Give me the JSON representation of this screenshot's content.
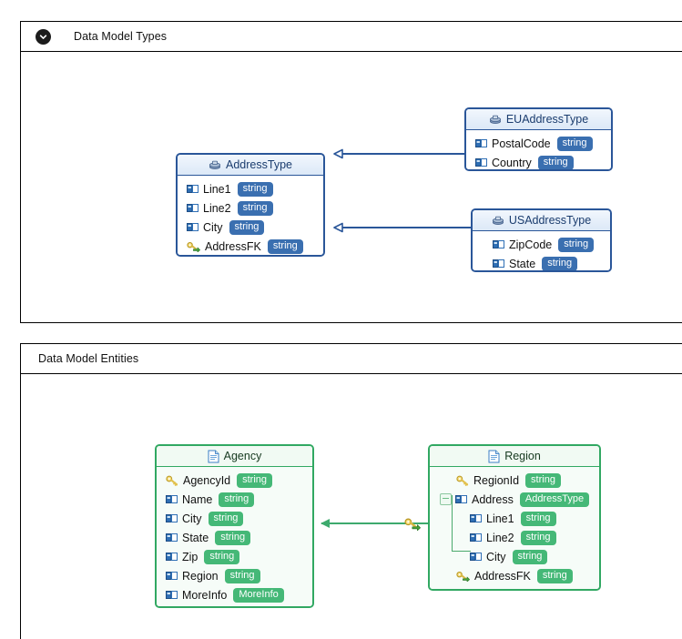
{
  "colors": {
    "type_accent": "#2a5699",
    "type_badge": "#3a6fb0",
    "entity_accent": "#31a862",
    "entity_badge": "#45b877",
    "panel_border": "#000000",
    "page_bg": "#ffffff"
  },
  "panels": [
    {
      "title": "Data Model Types",
      "collapse_icon": "chevron-down-icon",
      "has_collapse_icon": true
    },
    {
      "title": "Data Model Entities",
      "collapse_icon": "",
      "has_collapse_icon": false
    }
  ],
  "types_diagram": {
    "entities": [
      {
        "name": "AddressType",
        "icon": "complex-type-icon",
        "fields": [
          {
            "icon": "element-icon",
            "name": "Line1",
            "type": "string"
          },
          {
            "icon": "element-icon",
            "name": "Line2",
            "type": "string"
          },
          {
            "icon": "element-icon",
            "name": "City",
            "type": "string"
          },
          {
            "icon": "foreign-key-icon",
            "name": "AddressFK",
            "type": "string"
          }
        ]
      },
      {
        "name": "EUAddressType",
        "icon": "complex-type-icon",
        "fields": [
          {
            "icon": "element-icon",
            "name": "PostalCode",
            "type": "string"
          },
          {
            "icon": "element-icon",
            "name": "Country",
            "type": "string"
          }
        ]
      },
      {
        "name": "USAddressType",
        "icon": "complex-type-icon",
        "fields": [
          {
            "icon": "element-icon",
            "name": "ZipCode",
            "type": "string"
          },
          {
            "icon": "element-icon",
            "name": "State",
            "type": "string"
          }
        ]
      }
    ],
    "connections": [
      {
        "from": "EUAddressType",
        "to": "AddressType",
        "kind": "inheritance",
        "arrow": "hollow-triangle"
      },
      {
        "from": "USAddressType",
        "to": "AddressType",
        "kind": "inheritance",
        "arrow": "hollow-triangle"
      }
    ]
  },
  "entities_diagram": {
    "entities": [
      {
        "name": "Agency",
        "icon": "document-icon",
        "fields": [
          {
            "icon": "primary-key-icon",
            "name": "AgencyId",
            "type": "string",
            "depth": 0,
            "expander": ""
          },
          {
            "icon": "element-icon",
            "name": "Name",
            "type": "string",
            "depth": 0,
            "expander": ""
          },
          {
            "icon": "element-icon",
            "name": "City",
            "type": "string",
            "depth": 0,
            "expander": ""
          },
          {
            "icon": "element-icon",
            "name": "State",
            "type": "string",
            "depth": 0,
            "expander": ""
          },
          {
            "icon": "element-icon",
            "name": "Zip",
            "type": "string",
            "depth": 0,
            "expander": ""
          },
          {
            "icon": "element-icon",
            "name": "Region",
            "type": "string",
            "depth": 0,
            "expander": ""
          },
          {
            "icon": "element-icon",
            "name": "MoreInfo",
            "type": "MoreInfo",
            "depth": 0,
            "expander": ""
          }
        ]
      },
      {
        "name": "Region",
        "icon": "document-icon",
        "fields": [
          {
            "icon": "primary-key-icon",
            "name": "RegionId",
            "type": "string",
            "depth": 0,
            "expander": ""
          },
          {
            "icon": "element-icon",
            "name": "Address",
            "type": "AddressType",
            "depth": 0,
            "expander": "minus"
          },
          {
            "icon": "element-icon",
            "name": "Line1",
            "type": "string",
            "depth": 1,
            "expander": ""
          },
          {
            "icon": "element-icon",
            "name": "Line2",
            "type": "string",
            "depth": 1,
            "expander": ""
          },
          {
            "icon": "element-icon",
            "name": "City",
            "type": "string",
            "depth": 1,
            "expander": ""
          },
          {
            "icon": "foreign-key-icon",
            "name": "AddressFK",
            "type": "string",
            "depth": 0,
            "expander": ""
          }
        ]
      }
    ],
    "connections": [
      {
        "from": "Region",
        "to": "Agency",
        "kind": "foreign-key",
        "arrow": "solid-arrow",
        "midpoint_icon": "foreign-key-icon"
      }
    ]
  }
}
